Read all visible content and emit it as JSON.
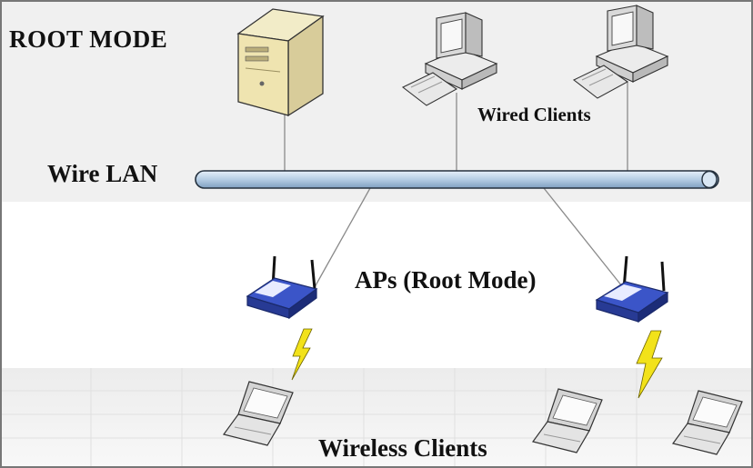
{
  "title": "ROOT MODE",
  "labels": {
    "wired_clients": "Wired Clients",
    "wire_lan": "Wire LAN",
    "aps": "APs (Root Mode)",
    "wireless_clients": "Wireless Clients"
  },
  "icons": [
    "server-icon",
    "desktop-computer-icon",
    "router-icon",
    "lightning-bolt-icon",
    "laptop-icon"
  ],
  "colors": {
    "top_band": "#f0f0f0",
    "lan_pipe": "#b8d0e6",
    "router_blue": "#3b55c8",
    "bolt": "#f2e21a"
  }
}
